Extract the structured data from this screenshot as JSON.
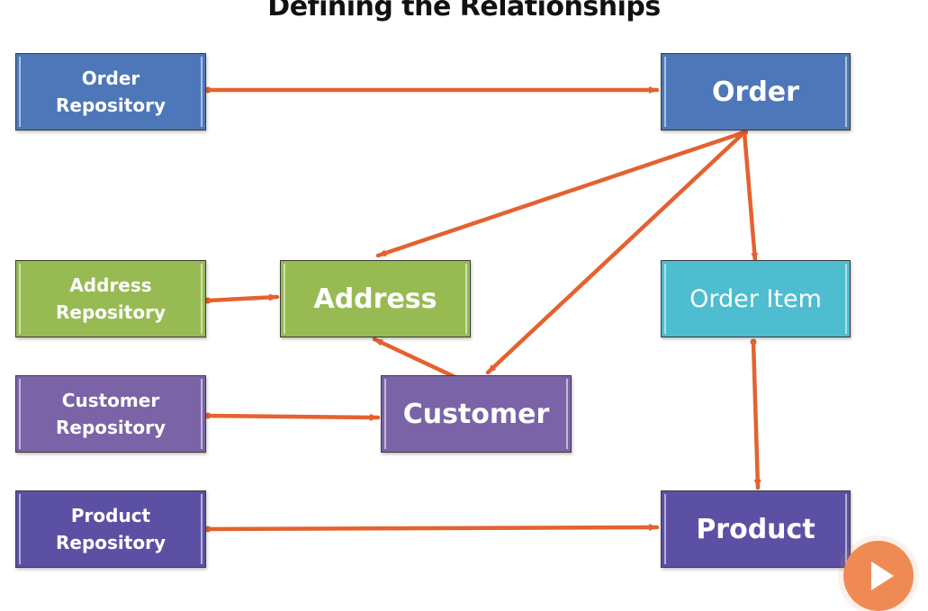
{
  "slide": {
    "title": "Defining the Relationships"
  },
  "nodes": {
    "order_repository": "Order\nRepository",
    "order": "Order",
    "address_repository": "Address\nRepository",
    "address": "Address",
    "order_item": "Order Item",
    "customer_repository": "Customer\nRepository",
    "customer": "Customer",
    "product_repository": "Product\nRepository",
    "product": "Product"
  },
  "colors": {
    "repository_blue": "#4d77b8",
    "entity_green": "#97bb52",
    "entity_purple": "#7a63a6",
    "entity_indigo": "#5c50a4",
    "entity_cyan": "#4dbdcf",
    "arrow_orange": "#e4622f"
  },
  "edges": [
    {
      "from": "Order Repository",
      "to": "Order"
    },
    {
      "from": "Order",
      "to": "Address"
    },
    {
      "from": "Order",
      "to": "Customer"
    },
    {
      "from": "Order",
      "to": "Order Item"
    },
    {
      "from": "Address Repository",
      "to": "Address"
    },
    {
      "from": "Customer",
      "to": "Address"
    },
    {
      "from": "Customer Repository",
      "to": "Customer"
    },
    {
      "from": "Order Item",
      "to": "Product"
    },
    {
      "from": "Product Repository",
      "to": "Product"
    }
  ],
  "controls": {
    "play_icon": "play-icon"
  }
}
